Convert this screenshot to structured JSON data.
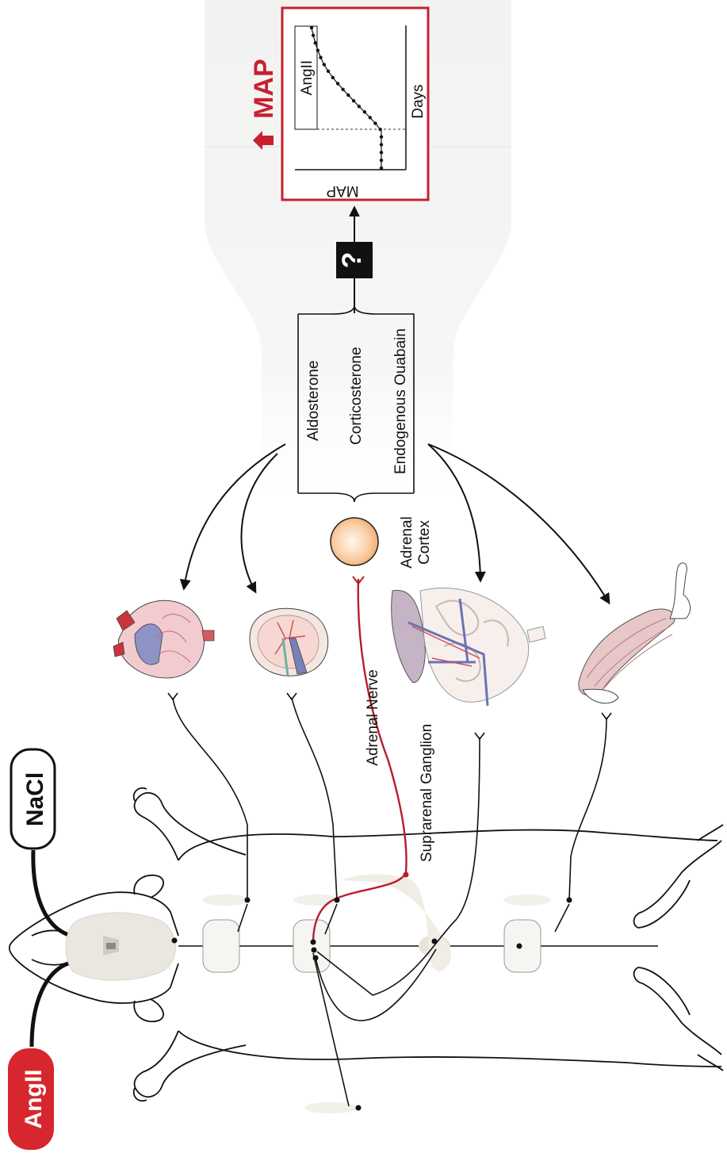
{
  "inputs": {
    "angii": "AngII",
    "nacl": "NaCl"
  },
  "hormones": [
    "Aldosterone",
    "Corticosterone",
    "Endogenous Ouabain"
  ],
  "labels": {
    "adrenal_cortex_line1": "Adrenal",
    "adrenal_cortex_line2": "Cortex",
    "adrenal_nerve": "Adrenal Nerve",
    "suprarenal_ganglion": "Suprarenal Ganglion",
    "unknown_mechanism": "?",
    "map_title": "MAP"
  },
  "graph": {
    "ylabel": "MAP",
    "xlabel": "Days",
    "bar_label": "AngII"
  },
  "colors": {
    "angii_box": "#d7262e",
    "accent_red": "#c8202f",
    "nerve_red": "#b81d2d",
    "panel_gray": "#efefee",
    "adrenal_orange": "#f6b985"
  },
  "icons": [
    "up-arrow-icon",
    "rat-outline-icon",
    "heart-icon",
    "kidney-icon",
    "gut-icon",
    "muscle-icon",
    "adrenal-gland-icon",
    "brain-icon"
  ]
}
